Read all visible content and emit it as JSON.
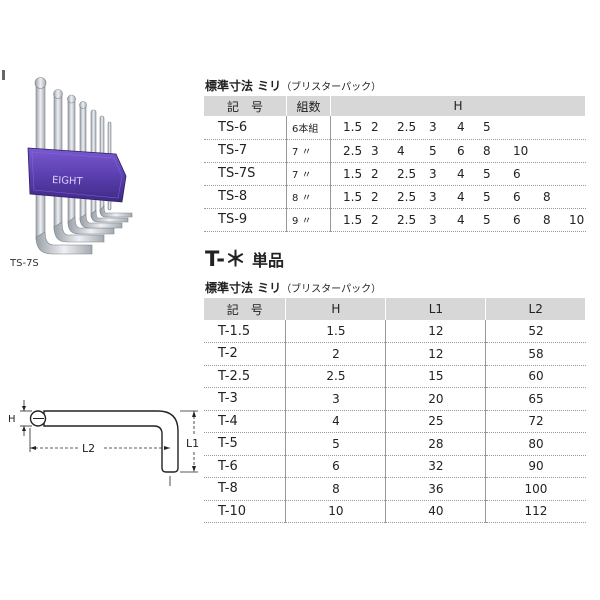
{
  "product": {
    "brand_text": "EIGHT",
    "label": "TS-7S"
  },
  "diagram": {
    "h_label": "H",
    "l1_label": "L1",
    "l2_label": "L2"
  },
  "set_section": {
    "heading": "標準寸法 ミリ",
    "heading_note": "（ブリスターパック）",
    "columns": [
      "記　号",
      "組数",
      "H"
    ],
    "rows": [
      {
        "code": "TS-6",
        "count": "6本組",
        "sizes": [
          "1.5",
          "2",
          "2.5",
          "3",
          "4",
          "5"
        ]
      },
      {
        "code": "TS-7",
        "count": "7 〃",
        "sizes": [
          "2.5",
          "3",
          "4",
          "5",
          "6",
          "8",
          "10"
        ]
      },
      {
        "code": "TS-7S",
        "count": "7 〃",
        "sizes": [
          "1.5",
          "2",
          "2.5",
          "3",
          "4",
          "5",
          "6"
        ]
      },
      {
        "code": "TS-8",
        "count": "8 〃",
        "sizes": [
          "1.5",
          "2",
          "2.5",
          "3",
          "4",
          "5",
          "6",
          "8"
        ]
      },
      {
        "code": "TS-9",
        "count": "9 〃",
        "sizes": [
          "1.5",
          "2",
          "2.5",
          "3",
          "4",
          "5",
          "6",
          "8",
          "10"
        ]
      }
    ]
  },
  "single_section": {
    "title": "T-＊",
    "title_sub": "単品",
    "heading": "標準寸法 ミリ",
    "heading_note": "（ブリスターパック）",
    "columns": [
      "記　号",
      "H",
      "L1",
      "L2"
    ],
    "rows": [
      {
        "code": "T-1.5",
        "h": "1.5",
        "l1": "12",
        "l2": "52"
      },
      {
        "code": "T-2",
        "h": "2",
        "l1": "12",
        "l2": "58"
      },
      {
        "code": "T-2.5",
        "h": "2.5",
        "l1": "15",
        "l2": "60"
      },
      {
        "code": "T-3",
        "h": "3",
        "l1": "20",
        "l2": "65"
      },
      {
        "code": "T-4",
        "h": "4",
        "l1": "25",
        "l2": "72"
      },
      {
        "code": "T-5",
        "h": "5",
        "l1": "28",
        "l2": "80"
      },
      {
        "code": "T-6",
        "h": "6",
        "l1": "32",
        "l2": "90"
      },
      {
        "code": "T-8",
        "h": "8",
        "l1": "36",
        "l2": "100"
      },
      {
        "code": "T-10",
        "h": "10",
        "l1": "40",
        "l2": "112"
      }
    ]
  },
  "colors": {
    "holder_purple": "#5b3fb0",
    "header_gray": "#d7d7d7",
    "wrench_silver": "#c8ccd3"
  }
}
